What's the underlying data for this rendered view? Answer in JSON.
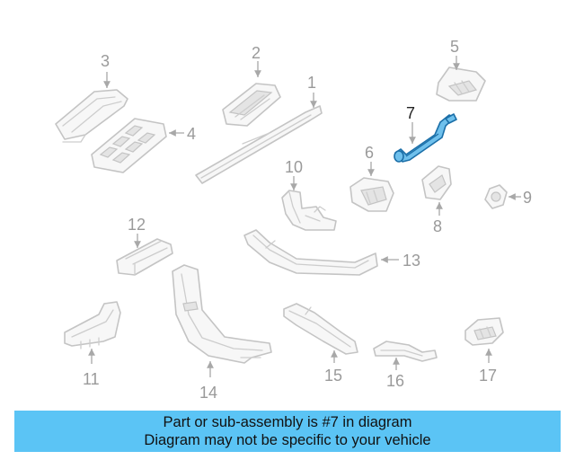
{
  "diagram": {
    "highlighted_part": "7",
    "callouts": [
      "1",
      "2",
      "3",
      "4",
      "5",
      "6",
      "7",
      "8",
      "9",
      "10",
      "11",
      "12",
      "13",
      "14",
      "15",
      "16",
      "17"
    ]
  },
  "banner": {
    "line1": "Part or sub-assembly is #7 in diagram",
    "line2": "Diagram may not be specific to your vehicle"
  },
  "colors": {
    "banner_bg": "#5bc4f5",
    "highlight_fill": "#6fc0ec",
    "highlight_stroke": "#1b6fa8",
    "part_outline": "#c4c4c4"
  }
}
